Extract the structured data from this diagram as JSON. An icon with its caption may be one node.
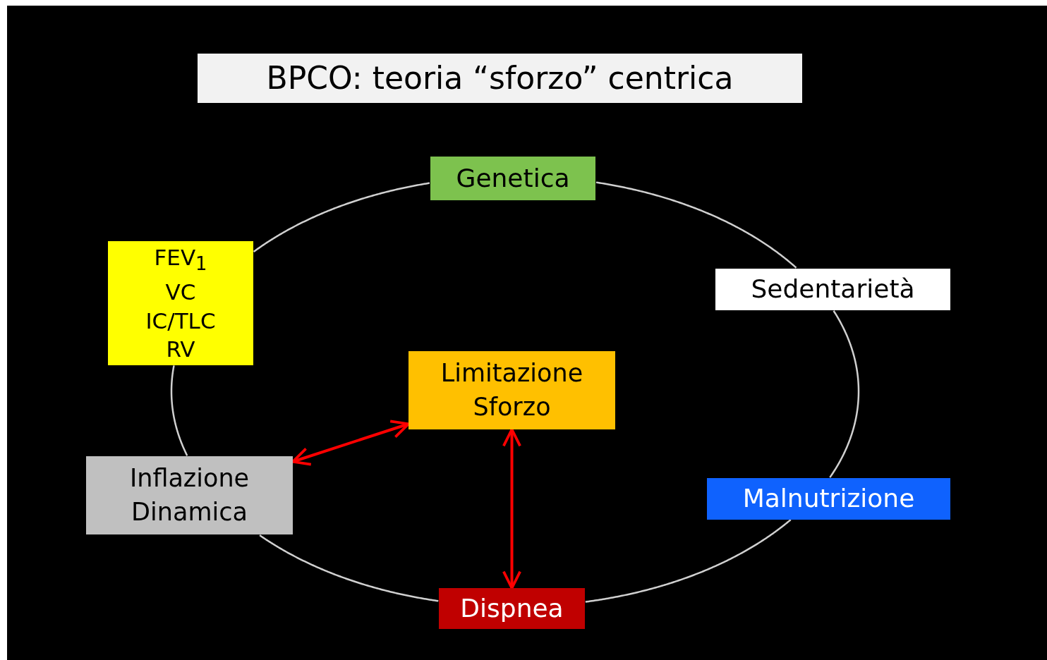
{
  "diagram": {
    "title": "BPCO: teoria “sforzo” centrica",
    "nodes": [
      {
        "text": [
          "Genetica"
        ]
      },
      {
        "text": [
          "FEV$_{1}$",
          "VC",
          "IC/TLC",
          "RV"
        ]
      },
      {
        "text": [
          "Sedentarietà"
        ]
      },
      {
        "text": [
          "Limitazione Sforzo"
        ]
      },
      {
        "text": [
          "Inflazione Dinamica"
        ]
      },
      {
        "text": [
          "Malnutrizione"
        ]
      },
      {
        "text": [
          "Dispnea"
        ]
      }
    ],
    "edges": [
      {
        "from": 0,
        "to": 2,
        "arrow": "none"
      },
      {
        "from": 2,
        "to": 5,
        "arrow": "none"
      },
      {
        "from": 5,
        "to": 6,
        "arrow": "none"
      },
      {
        "from": 6,
        "to": 4,
        "arrow": "none"
      },
      {
        "from": 4,
        "to": 1,
        "arrow": "none"
      },
      {
        "from": 1,
        "to": 0,
        "arrow": "none"
      },
      {
        "from": 3,
        "to": 4,
        "arrow": "both",
        "color": "#ff0000"
      },
      {
        "from": 3,
        "to": 6,
        "arrow": "both",
        "color": "#ff0000"
      }
    ]
  }
}
